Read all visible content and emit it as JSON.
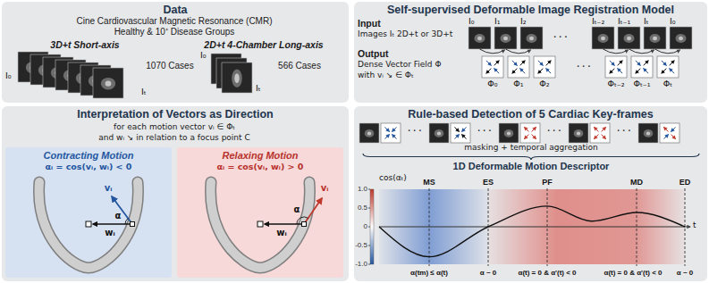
{
  "diagram": {
    "nodes": [
      {
        "text": [
          "Data"
        ]
      },
      {
        "text": [
          "Self-supervised Deformable Image Registration Model"
        ]
      },
      {
        "text": [
          "Interpretation of Vectors as Direction"
        ]
      },
      {
        "text": [
          "Contracting Motion",
          "αᵢ = cos(vᵢ, wᵢ) < 0"
        ],
        "in": 2
      },
      {
        "text": [
          "Relaxing Motion",
          "αᵢ = cos(vᵢ, wᵢ) > 0"
        ],
        "in": 2
      },
      {
        "text": [
          "Rule-based Detection of 5 Cardiac Key-frames"
        ]
      }
    ],
    "labels": [
      "Cine Cardiovascular Magnetic Resonance (CMR)",
      "Healthy & 10⁺ Disease Groups",
      "3D+t Short-axis",
      "2D+t 4-Chamber Long-axis",
      "1070 Cases",
      "566 Cases",
      "I₀",
      "Iₜ",
      "I₀",
      "Iₜ",
      "Input",
      "Images Iₜ 2D+t or 3D+t",
      "Output",
      "Dense Vector Field Φ",
      "with vᵢ ↘ ∈ Φₜ",
      "I₀",
      "I₁",
      "I₂",
      "· · ·",
      "Iₜ₋₂",
      "Iₜ₋₁",
      "Iₜ",
      "I₀",
      "Φ₀",
      "Φ₁",
      "Φ₂",
      "· · ·",
      "Φₜ₋₂",
      "Φₜ₋₁",
      "Φₜ",
      "for each motion vector vᵢ ∈ Φₜ",
      "and wᵢ ↘ in relation to a focus point C",
      "vᵢ",
      "wᵢ",
      "α",
      "vᵢ",
      "wᵢ",
      "α",
      "· · ·",
      "· · ·",
      "· · ·",
      "· · ·",
      "masking + temporal aggregation",
      "1D Deformable Motion Descriptor",
      "cos(αₜ)",
      "1.0",
      "0.5",
      "0",
      "-0.5",
      "-1.0",
      "MS",
      "ES",
      "PF",
      "MD",
      "ED",
      "t",
      "α(tm) ≤ α(t)",
      "α ~ 0",
      "α(t) = 0 & α'(t) < 0",
      "α(t) = 0 & α'(t) < 0",
      "α ~ 0"
    ]
  }
}
